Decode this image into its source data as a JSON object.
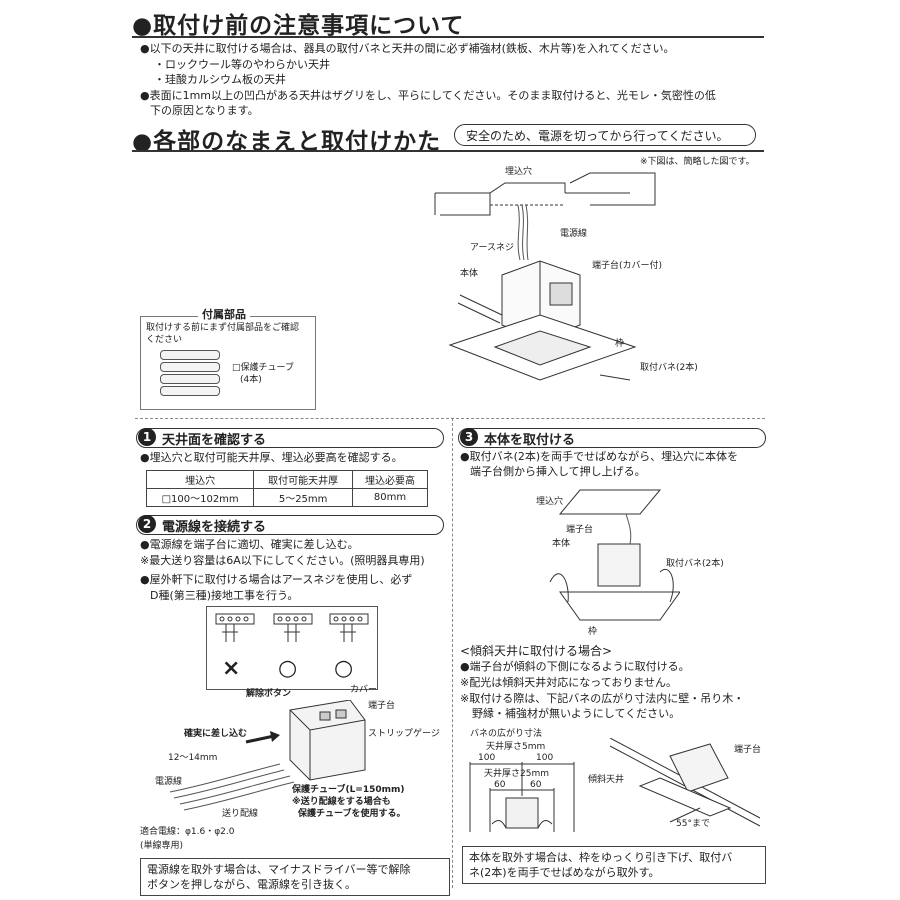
{
  "section1": {
    "title": "●取付け前の注意事項について",
    "bullet1": "●以下の天井に取付ける場合は、器具の取付バネと天井の間に必ず補強材(鉄板、木片等)を入れてください。",
    "sub1": "・ロックウール等のやわらかい天井",
    "sub2": "・珪酸カルシウム板の天井",
    "bullet2a": "●表面に1mm以上の凹凸がある天井はザグリをし、平らにしてください。そのまま取付けると、光モレ・気密性の低",
    "bullet2b": "下の原因となります。"
  },
  "section2": {
    "title": "●各部のなまえと取付けかた",
    "safety": "安全のため、電源を切ってから行ってください。",
    "note": "※下図は、簡略した図です。"
  },
  "diagram": {
    "umekomi": "埋込穴",
    "dengensen": "電源線",
    "earth": "アースネジ",
    "hontai": "本体",
    "tanshidai": "端子台(カバー付)",
    "waku": "枠",
    "bane": "取付バネ(2本)"
  },
  "accessory": {
    "title": "付属部品",
    "desc1": "取付けする前にまず付属部品をご確認",
    "desc2": "ください",
    "tube1": "□保護チューブ",
    "tube2": "(4本)"
  },
  "step1": {
    "num": "1",
    "title": "天井面を確認する",
    "text": "●埋込穴と取付可能天井厚、埋込必要高を確認する。",
    "headers": [
      "埋込穴",
      "取付可能天井厚",
      "埋込必要高"
    ],
    "row": [
      "□100〜102mm",
      "5〜25mm",
      "80mm"
    ]
  },
  "step2": {
    "num": "2",
    "title": "電源線を接続する",
    "l1": "●電源線を端子台に適切、確実に差し込む。",
    "l2": "※最大送り容量は6A以下にしてください。(照明器具専用)",
    "l3": "●屋外軒下に取付ける場合はアースネジを使用し、必ず",
    "l4": "D種(第三種)接地工事を行う。",
    "marks": [
      "×",
      "○",
      "○"
    ],
    "release": "解除ボタン",
    "cover": "カバー",
    "tanshidai": "端子台",
    "insert": "確実に差し込む",
    "strip": "ストリップゲージ",
    "length": "12〜14mm",
    "dengensen": "電源線",
    "okuri": "送り配線",
    "tube_a": "保護チューブ(L=150mm)",
    "tube_b": "※送り配線をする場合も",
    "tube_c": "保護チューブを使用する。",
    "wire_a": "適合電線：φ1.6・φ2.0",
    "wire_b": "(単線専用)",
    "remove_a": "電源線を取外す場合は、マイナスドライバー等で解除",
    "remove_b": "ボタンを押しながら、電源線を引き抜く。"
  },
  "step3": {
    "num": "3",
    "title": "本体を取付ける",
    "l1": "●取付バネ(2本)を両手でせばめながら、埋込穴に本体を",
    "l2": "端子台側から挿入して押し上げる。",
    "umekomi": "埋込穴",
    "tanshidai": "端子台",
    "hontai": "本体",
    "bane": "取付バネ(2本)",
    "waku": "枠",
    "slope_title": "<傾斜天井に取付ける場合>",
    "s1": "●端子台が傾斜の下側になるように取付ける。",
    "s2": "※配光は傾斜天井対応になっておりません。",
    "s3": "※取付ける際は、下記バネの広がり寸法内に壁・吊り木・",
    "s4": "野縁・補強材が無いようにしてください。",
    "spread": "バネの広がり寸法",
    "t5": "天井厚さ5mm",
    "d100a": "100",
    "d100b": "100",
    "t25": "天井厚さ25mm",
    "d60a": "60",
    "d60b": "60",
    "slope_label": "傾斜天井",
    "slope_tanshi": "端子台",
    "angle": "55°まで",
    "remove_a": "本体を取外す場合は、枠をゆっくり引き下げ、取付バ",
    "remove_b": "ネ(2本)を両手でせばめながら取外す。"
  }
}
